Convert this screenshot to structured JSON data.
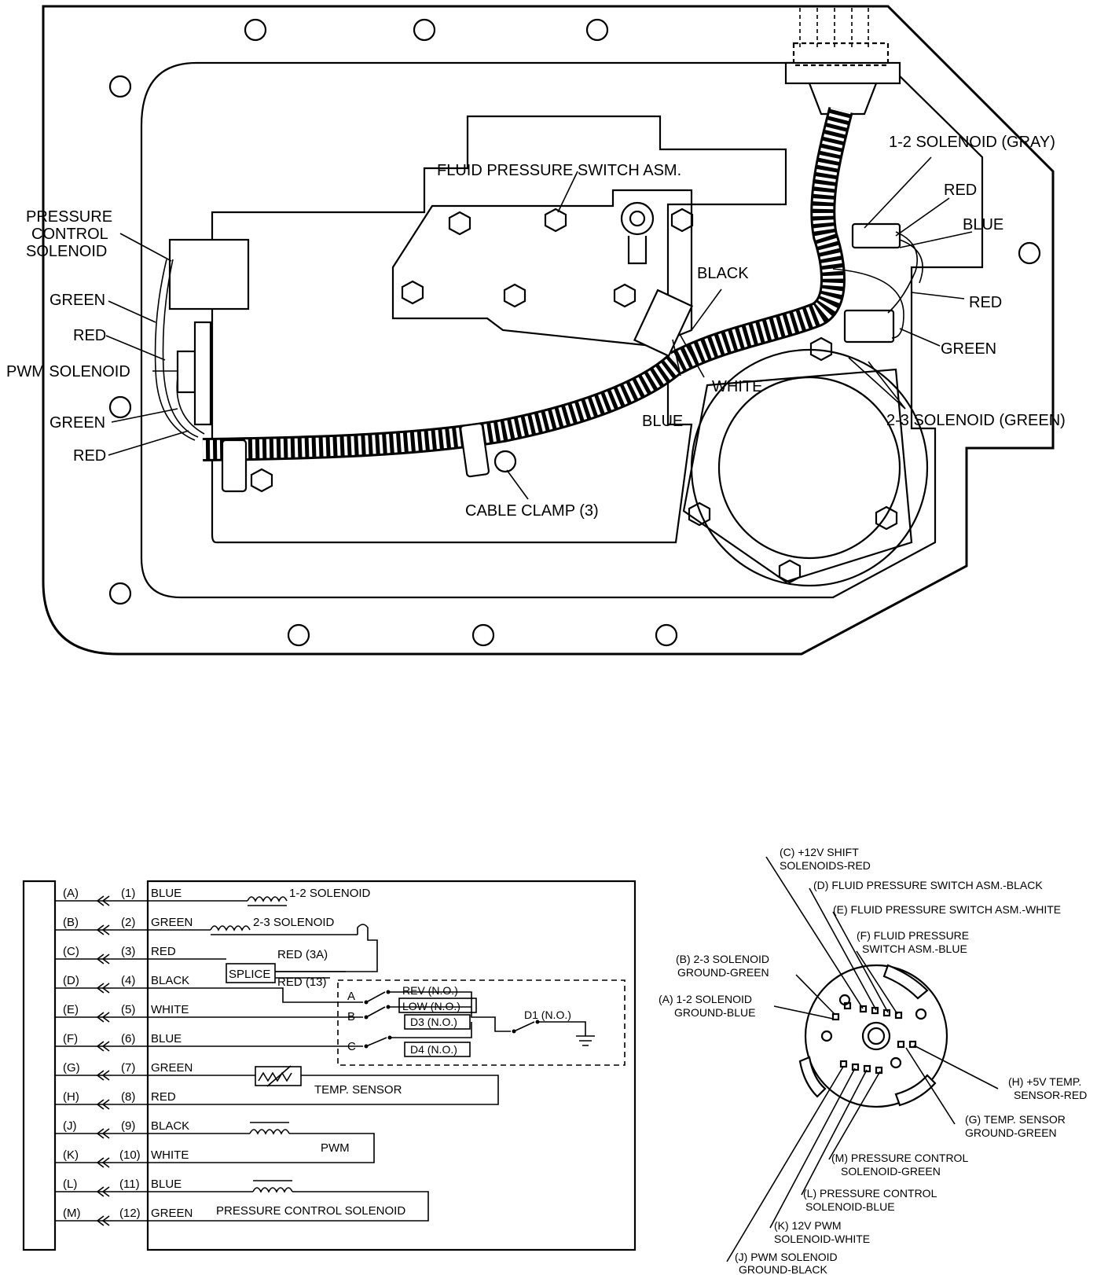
{
  "top_labels": {
    "fluid_pressure_switch": "FLUID PRESSURE SWITCH ASM.",
    "pressure_control_solenoid": [
      "PRESSURE",
      "CONTROL",
      "SOLENOID"
    ],
    "green_upper": "GREEN",
    "red_upper": "RED",
    "pwm_solenoid": "PWM SOLENOID",
    "green_lower": "GREEN",
    "red_lower": "RED",
    "solenoid_12": "1-2 SOLENOID (GRAY)",
    "red_right_top": "RED",
    "blue_right": "BLUE",
    "black_center": "BLACK",
    "red_right_mid": "RED",
    "green_right": "GREEN",
    "white_center": "WHITE",
    "blue_center": "BLUE",
    "solenoid_23": "2-3 SOLENOID (GREEN)",
    "cable_clamp": "CABLE CLAMP (3)"
  },
  "schematic": {
    "rows": [
      {
        "pin": "(A)",
        "num": "(1)",
        "color": "BLUE"
      },
      {
        "pin": "(B)",
        "num": "(2)",
        "color": "GREEN"
      },
      {
        "pin": "(C)",
        "num": "(3)",
        "color": "RED"
      },
      {
        "pin": "(D)",
        "num": "(4)",
        "color": "BLACK"
      },
      {
        "pin": "(E)",
        "num": "(5)",
        "color": "WHITE"
      },
      {
        "pin": "(F)",
        "num": "(6)",
        "color": "BLUE"
      },
      {
        "pin": "(G)",
        "num": "(7)",
        "color": "GREEN"
      },
      {
        "pin": "(H)",
        "num": "(8)",
        "color": "RED"
      },
      {
        "pin": "(J)",
        "num": "(9)",
        "color": "BLACK"
      },
      {
        "pin": "(K)",
        "num": "(10)",
        "color": "WHITE"
      },
      {
        "pin": "(L)",
        "num": "(11)",
        "color": "BLUE"
      },
      {
        "pin": "(M)",
        "num": "(12)",
        "color": "GREEN"
      }
    ],
    "solenoid_12": "1-2 SOLENOID",
    "solenoid_23": "2-3 SOLENOID",
    "splice": "SPLICE",
    "red_3a": "RED (3A)",
    "red_13": "RED (13)",
    "switch_a": "A",
    "switch_b": "B",
    "switch_c": "C",
    "rev": "REV (N.O.)",
    "low": "LOW (N.O.)",
    "d3": "D3 (N.O.)",
    "d4": "D4 (N.O.)",
    "d1": "D1 (N.O.)",
    "temp_sensor": "TEMP. SENSOR",
    "pwm": "PWM",
    "pressure_control": "PRESSURE CONTROL SOLENOID"
  },
  "connector": {
    "c": [
      "(C) +12V SHIFT",
      "SOLENOIDS-RED"
    ],
    "d": "(D) FLUID PRESSURE SWITCH ASM.-BLACK",
    "e": "(E) FLUID PRESSURE SWITCH ASM.-WHITE",
    "f": [
      "(F) FLUID PRESSURE",
      "SWITCH ASM.-BLUE"
    ],
    "b": [
      "(B) 2-3 SOLENOID",
      "GROUND-GREEN"
    ],
    "a": [
      "(A) 1-2 SOLENOID",
      "GROUND-BLUE"
    ],
    "h": [
      "(H) +5V TEMP.",
      "SENSOR-RED"
    ],
    "g": [
      "(G) TEMP. SENSOR",
      "GROUND-GREEN"
    ],
    "m": [
      "(M) PRESSURE CONTROL",
      "SOLENOID-GREEN"
    ],
    "l": [
      "(L) PRESSURE CONTROL",
      "SOLENOID-BLUE"
    ],
    "k": [
      "(K) 12V PWM",
      "SOLENOID-WHITE"
    ],
    "j": [
      "(J) PWM SOLENOID",
      "GROUND-BLACK"
    ]
  }
}
